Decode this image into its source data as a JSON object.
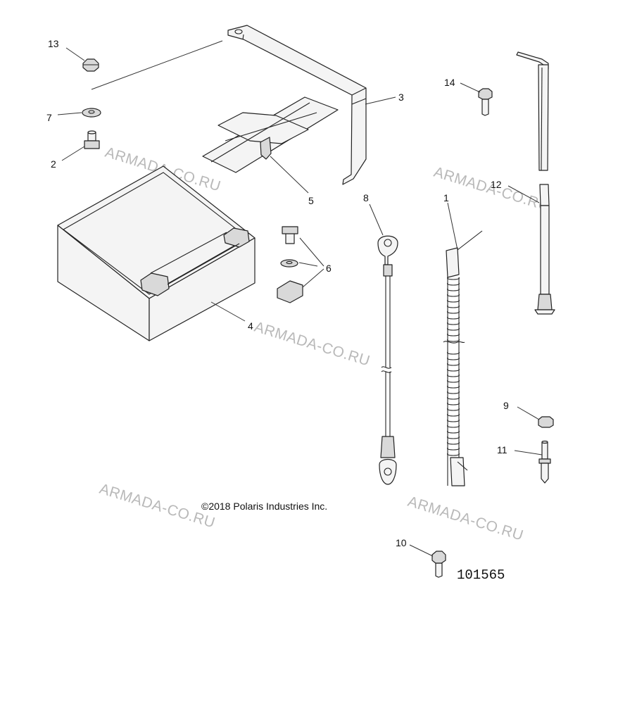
{
  "callouts": {
    "c1": "1",
    "c2": "2",
    "c3": "3",
    "c4": "4",
    "c5": "5",
    "c6": "6",
    "c7": "7",
    "c8": "8",
    "c9": "9",
    "c10": "10",
    "c11": "11",
    "c12": "12",
    "c13": "13",
    "c14": "14"
  },
  "watermark": "ARMADA-CO.RU",
  "copyright": "©2018 Polaris Industries Inc.",
  "figure_number": "101565"
}
